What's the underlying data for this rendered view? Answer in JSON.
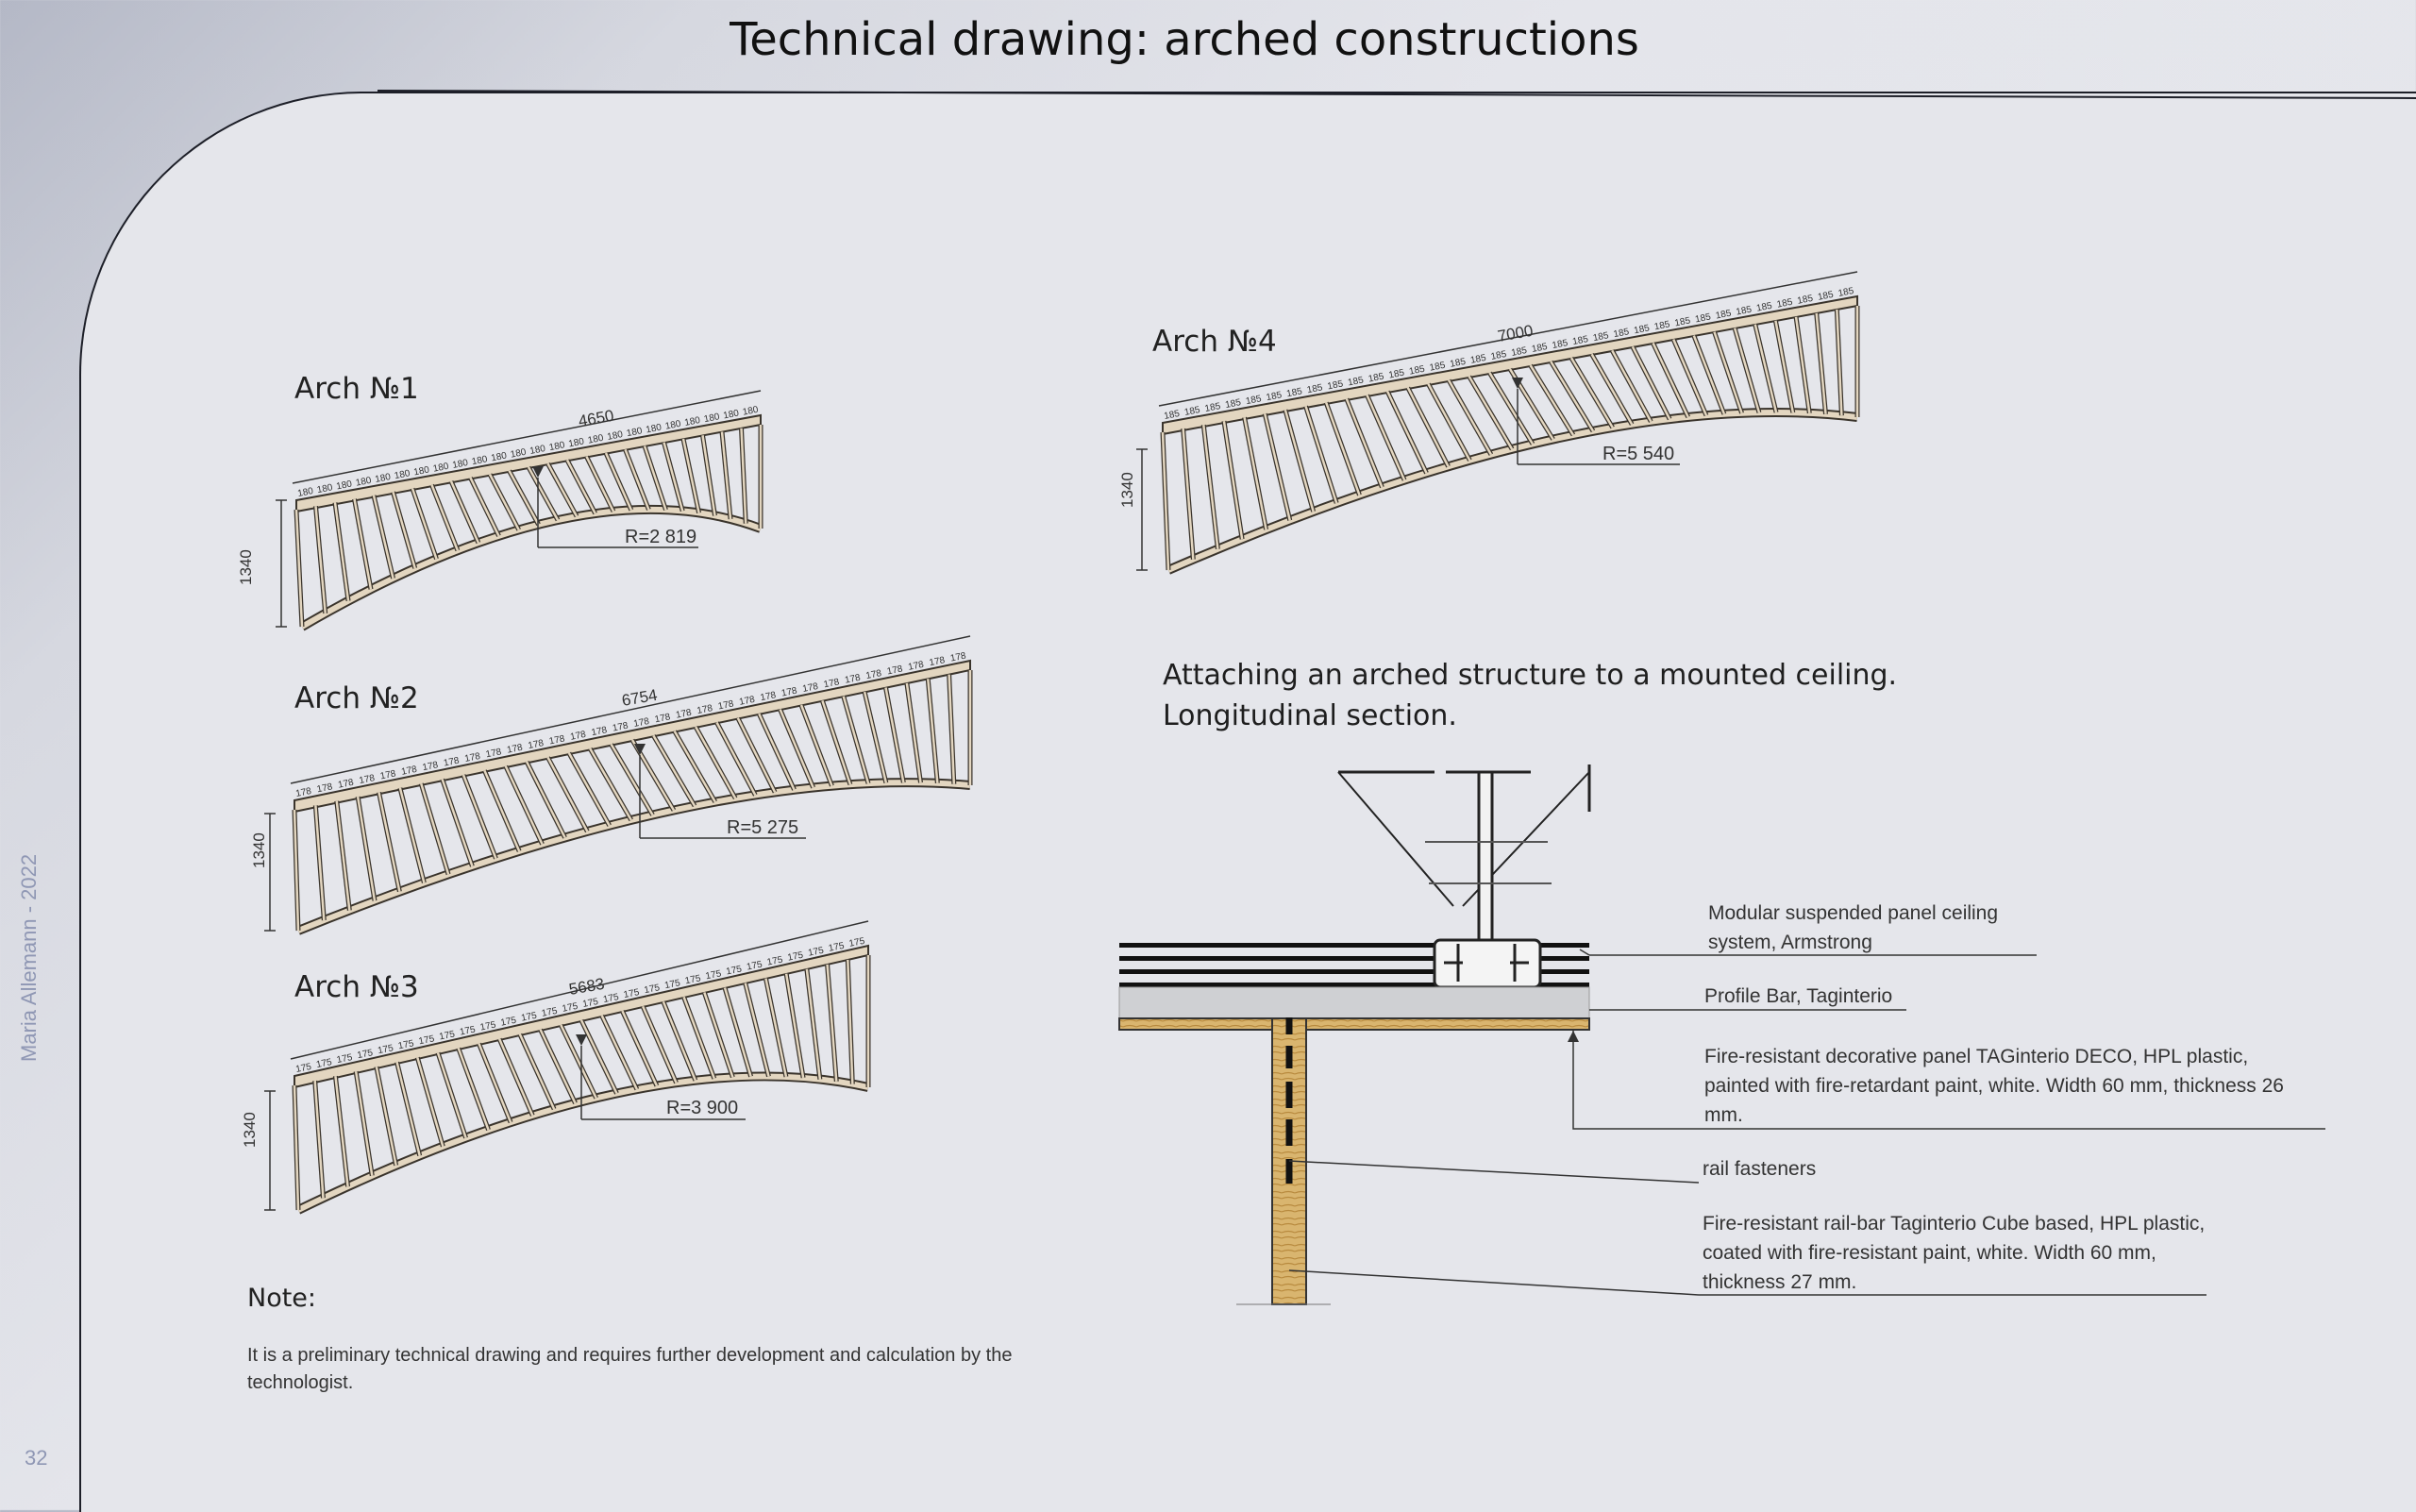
{
  "title": "Technical drawing: arched constructions",
  "author_vertical": "Maria Allemann - 2022",
  "page_number": "32",
  "arches": [
    {
      "label": "Arch №1",
      "span": "4650",
      "radius": "R=2 819",
      "height": "1340",
      "spacing": "180"
    },
    {
      "label": "Arch №2",
      "span": "6754",
      "radius": "R=5 275",
      "height": "1340",
      "spacing": "178"
    },
    {
      "label": "Arch №3",
      "span": "5683",
      "radius": "R=3 900",
      "height": "1340",
      "spacing": "175"
    },
    {
      "label": "Arch №4",
      "span": "7000",
      "radius": "R=5 540",
      "height": "1340",
      "spacing": "185"
    }
  ],
  "section": {
    "title_line1": "Attaching an arched structure to a mounted ceiling.",
    "title_line2": "Longitudinal section."
  },
  "callouts": [
    "Modular suspended panel ceiling system, Armstrong",
    "Profile  Bar, Taginterio",
    "Fire-resistant decorative panel TAGinterio DECO, HPL plastic, painted with fire-retardant paint, white. Width 60 mm, thickness 26 mm.",
    "rail fasteners",
    "Fire-resistant rail-bar Taginterio Cube based, HPL plastic, coated with fire-resistant paint, white. Width 60 mm, thickness 27 mm."
  ],
  "note": {
    "label": "Note:",
    "text": "It is a preliminary technical drawing and requires further development and calculation by the technologist."
  },
  "colors": {
    "wood": "#e3d6c0",
    "wood_edge": "#3a342c",
    "accent_text": "#8f97b4",
    "rail_wood": "#d9b56f"
  }
}
